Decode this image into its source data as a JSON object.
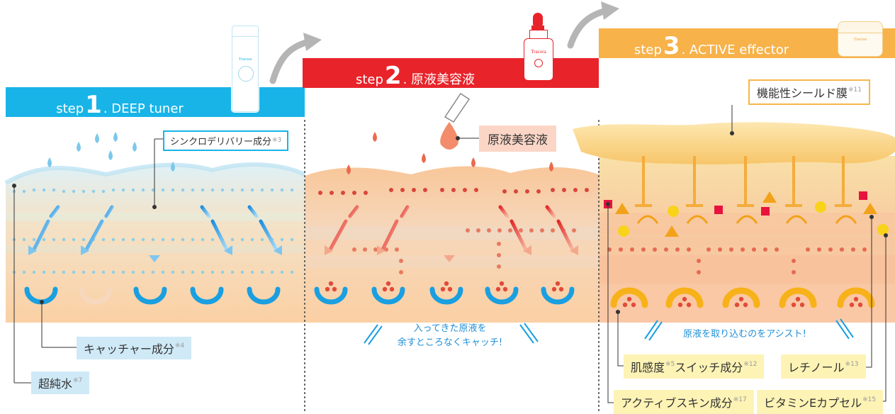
{
  "steps": [
    {
      "prefix": "step",
      "number": "1",
      "suffix": ". DEEP tuner",
      "color": "#18b4e8",
      "bottle_label": "Tracora"
    },
    {
      "prefix": "step",
      "number": "2",
      "suffix": ". 原液美容液",
      "color": "#e8232a",
      "bottle_label": "Tracora"
    },
    {
      "prefix": "step",
      "number": "3",
      "suffix": ". ACTIVE effector",
      "color": "#f7b24a",
      "bottle_label": "Tracora"
    }
  ],
  "panel1": {
    "synchro": {
      "text": "シンクロデリバリー成分",
      "note": "※3"
    },
    "catcher": {
      "text": "キャッチャー成分",
      "note": "※4"
    },
    "water": {
      "text": "超純水",
      "note": "※7"
    }
  },
  "panel2": {
    "serum": {
      "text": "原液美容液"
    },
    "catch_line1": "入ってきた原液を",
    "catch_line2": "余すところなくキャッチ!"
  },
  "panel3": {
    "shield": {
      "text": "機能性シールド膜",
      "note": "※11"
    },
    "assist": "原液を取り込むのをアシスト!",
    "skin_switch": {
      "text": "肌感度",
      "note1": "※5",
      "text2": "スイッチ成分",
      "note2": "※12"
    },
    "retinol": {
      "text": "レチノール",
      "note": "※13"
    },
    "active_skin": {
      "text": "アクティブスキン成分",
      "note": "※17"
    },
    "vitamin_e": {
      "text": "ビタミンEカプセル",
      "note": "※15"
    }
  },
  "colors": {
    "blue": "#18b4e8",
    "red": "#e8232a",
    "orange": "#f7b24a",
    "skin": "#fbd3ab",
    "catcher_blue": "#1a9fe0"
  }
}
